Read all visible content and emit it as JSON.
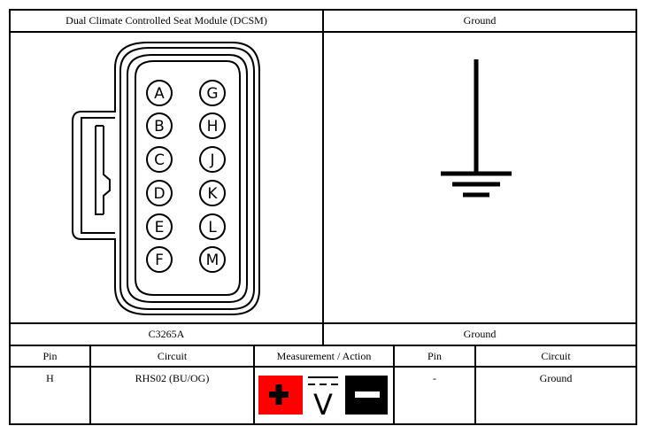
{
  "diagram": {
    "left_header": "Dual Climate Controlled Seat Module (DCSM)",
    "right_header": "Ground",
    "connector_id": "C3265A",
    "right_footer": "Ground",
    "pins_left_column": [
      "A",
      "B",
      "C",
      "D",
      "E",
      "F"
    ],
    "pins_right_column": [
      "G",
      "H",
      "J",
      "K",
      "L",
      "M"
    ]
  },
  "table": {
    "headers": [
      "Pin",
      "Circuit",
      "Measurement / Action",
      "Pin",
      "Circuit"
    ],
    "row": {
      "pin1": "H",
      "circuit1": "RHS02 (BU/OG)",
      "meter_symbol": "V",
      "pin2": "-",
      "circuit2": "Ground"
    }
  },
  "colors": {
    "positive_probe": "#ff0000",
    "negative_probe": "#000000"
  }
}
